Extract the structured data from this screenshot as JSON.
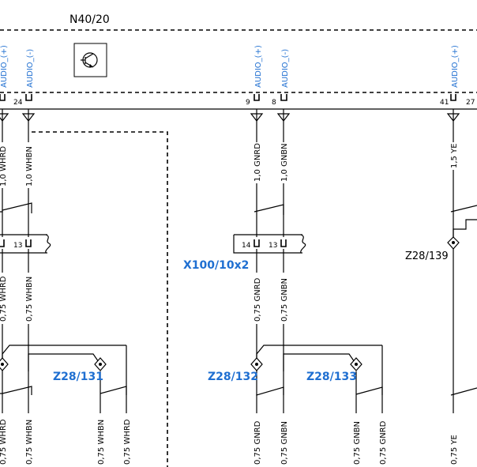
{
  "diagram": {
    "module_label": "N40/20",
    "connector_label": "X100/10x2",
    "pin_labels": {
      "audio_plus": "AUDIO_(+)",
      "audio_minus": "AUDIO_(-)"
    },
    "pins": [
      "24",
      "9",
      "8",
      "41",
      "27"
    ],
    "connector_pins": [
      "13",
      "14",
      "13"
    ],
    "wires_upper": {
      "w1": "1,0 WHRD",
      "w2": "1,0 WHBN",
      "w3": "1,0 GNRD",
      "w4": "1,0 GNBN",
      "w5": "1,5 YE"
    },
    "wires_mid": {
      "w1": "0,75 WHRD",
      "w2": "0,75 WHBN",
      "w3": "0,75 GNRD",
      "w4": "0,75 GNBN"
    },
    "wires_lower": {
      "w1": "0,75 WHRD",
      "w2": "0,75 WHBN",
      "w3": "0,75 WHBN",
      "w4": "0,75 WHRD",
      "w5": "0,75 GNRD",
      "w6": "0,75 GNBN",
      "w7": "0,75 GNBN",
      "w8": "0,75 GNRD",
      "w9": "0,75 YE"
    },
    "splices": {
      "s131": "Z28/131",
      "s132": "Z28/132",
      "s133": "Z28/133",
      "s139": "Z28/139"
    },
    "colors": {
      "link_blue": "#1f6fd1",
      "line": "#000000"
    }
  }
}
